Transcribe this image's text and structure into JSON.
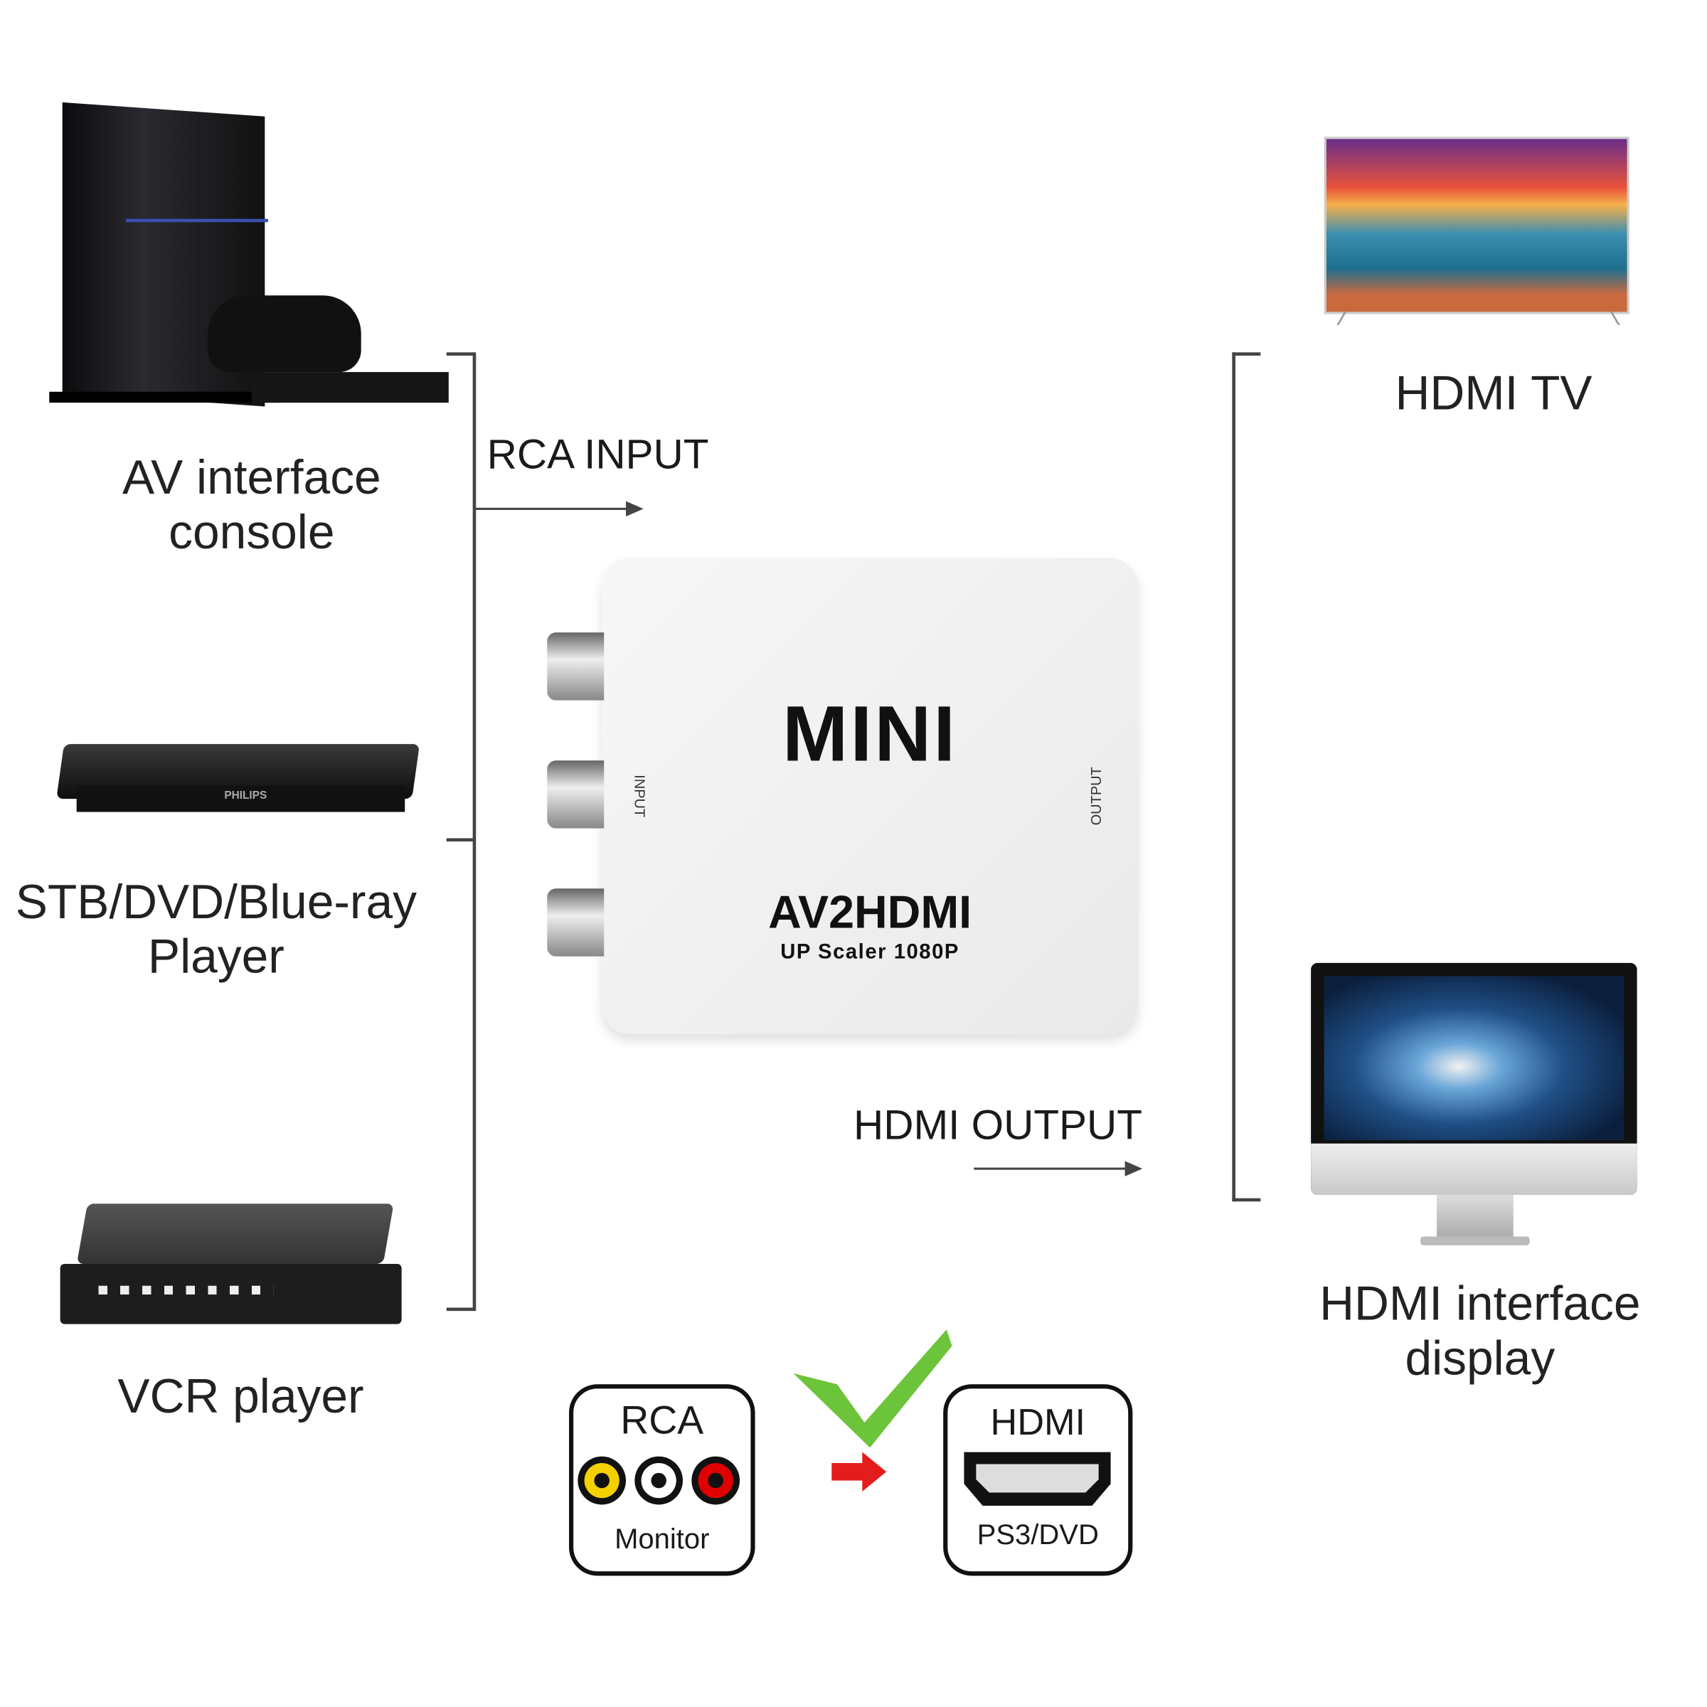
{
  "sources": [
    {
      "label_line1": "AV interface",
      "label_line2": "console",
      "icon": "game-console-icon"
    },
    {
      "label_line1": "STB/DVD/Blue-ray",
      "label_line2": "Player",
      "icon": "dvd-player-icon",
      "brand": "PHILIPS"
    },
    {
      "label_line1": "VCR player",
      "icon": "vcr-icon"
    }
  ],
  "displays": [
    {
      "label": "HDMI TV",
      "icon": "tv-icon"
    },
    {
      "label_line1": "HDMI interface",
      "label_line2": "display",
      "icon": "monitor-icon"
    }
  ],
  "arrows": {
    "input": "RCA INPUT",
    "output": "HDMI OUTPUT"
  },
  "device": {
    "brand": "MINI",
    "model": "AV2HDMI",
    "subtitle": "UP Scaler 1080P",
    "input_label": "INPUT",
    "output_label": "OUTPUT"
  },
  "legend": {
    "rca_title": "RCA",
    "rca_caption": "Monitor",
    "hdmi_title": "HDMI",
    "hdmi_caption": "PS3/DVD",
    "rca_colors": [
      "#f5d000",
      "#ffffff",
      "#e00000"
    ],
    "check_color": "#6cc43a",
    "arrow_color": "#e51c1c"
  }
}
